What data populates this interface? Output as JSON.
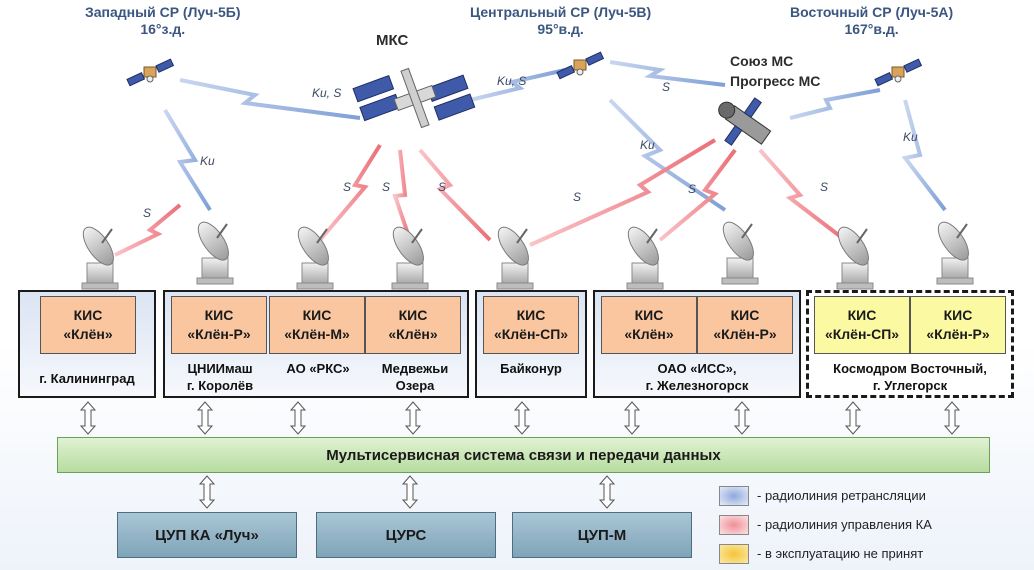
{
  "satellites": {
    "west": {
      "title": "Западный СР (Луч-5Б)",
      "position": "16°з.д."
    },
    "central": {
      "title": "Центральный СР (Луч-5В)",
      "position": "95°в.д."
    },
    "east": {
      "title": "Восточный СР (Луч-5А)",
      "position": "167°в.д."
    }
  },
  "spacecraft": {
    "iss": "МКС",
    "soyuz": "Союз МС",
    "progress": "Прогресс МС"
  },
  "link_labels": {
    "ku_s": "Ku, S",
    "ku": "Ku",
    "s": "S"
  },
  "ground_stations": [
    {
      "kis": [
        "КИС\n«Клён»"
      ],
      "site": "г. Калининград"
    },
    {
      "kis": [
        "КИС\n«Клён-Р»"
      ],
      "site": "ЦНИИмаш\nг. Королёв"
    },
    {
      "kis": [
        "КИС\n«Клён-М»"
      ],
      "site": "АО «РКС»"
    },
    {
      "kis": [
        "КИС\n«Клён»"
      ],
      "site": "Медвежьи\nОзера"
    },
    {
      "kis": [
        "КИС\n«Клён-СП»"
      ],
      "site": "Байконур"
    },
    {
      "kis": [
        "КИС\n«Клён»",
        "КИС\n«Клён-Р»"
      ],
      "site": "ОАО «ИСС»,\nг. Железногорск"
    },
    {
      "kis": [
        "КИС\n«Клён-СП»",
        "КИС\n«Клён-Р»"
      ],
      "site": "Космодром Восточный,\nг. Углегорск"
    }
  ],
  "network": "Мультисервисная система связи и передачи данных",
  "control_centers": [
    "ЦУП КА «Луч»",
    "ЦУРС",
    "ЦУП-М"
  ],
  "legend": [
    {
      "label": "- радиолиния ретрансляции",
      "color": "#a9bde3"
    },
    {
      "label": "- радиолиния управления КА",
      "color": "#f4a3a8"
    },
    {
      "label": "- в эксплуатацию не принят",
      "color": "#f7d55a"
    }
  ],
  "colors": {
    "relay_link": "#9fb6e0",
    "control_link": "#f08f96",
    "kis_operational": "#f9c6a0",
    "kis_not_accepted": "#fbf9a1"
  }
}
